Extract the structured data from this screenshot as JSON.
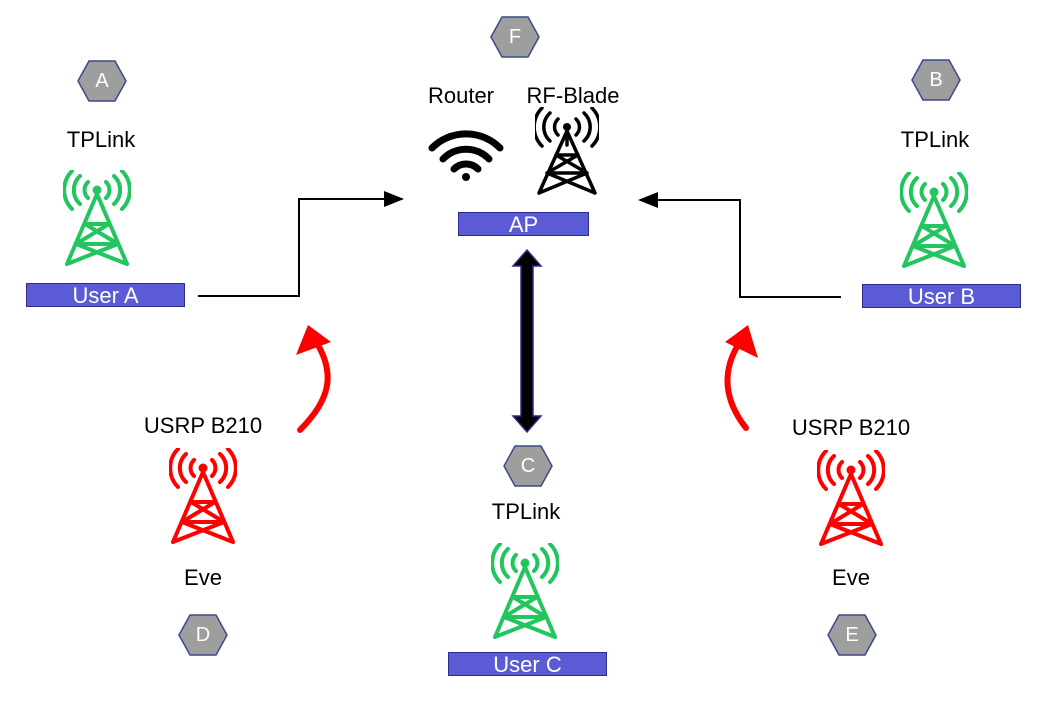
{
  "colors": {
    "user": "#22c55e",
    "eve": "#ff0000",
    "ap": "#000000",
    "bar": "#5b5bd6",
    "hex": "#9e9e9e",
    "hex_stroke": "#3b4a8a"
  },
  "nodes": {
    "A": {
      "badge": "A",
      "device": "TPLink",
      "bar": "User A"
    },
    "B": {
      "badge": "B",
      "device": "TPLink",
      "bar": "User B"
    },
    "C": {
      "badge": "C",
      "device": "TPLink",
      "bar": "User C"
    },
    "D": {
      "badge": "D",
      "device": "USRP B210",
      "name": "Eve"
    },
    "E": {
      "badge": "E",
      "device": "USRP B210",
      "name": "Eve"
    },
    "F": {
      "badge": "F",
      "router": "Router",
      "rfblade": "RF-Blade",
      "bar": "AP"
    }
  },
  "icons": [
    "wifi-router-icon",
    "radio-tower-icon"
  ]
}
